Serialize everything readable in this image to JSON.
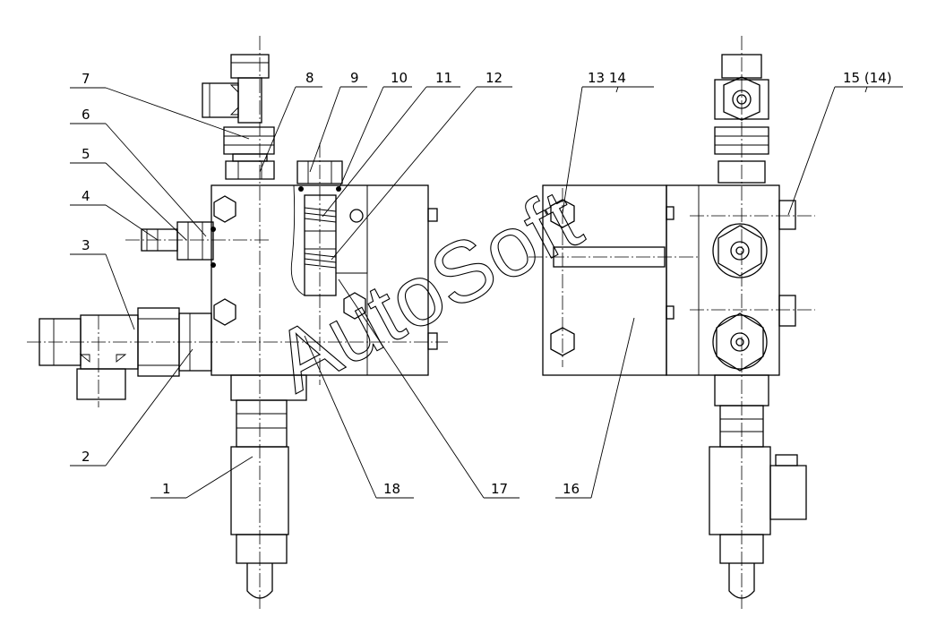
{
  "labels": {
    "l1": "1",
    "l2": "2",
    "l3": "3",
    "l4": "4",
    "l5": "5",
    "l6": "6",
    "l7": "7",
    "l8": "8",
    "l9": "9",
    "l10": "10",
    "l11": "11",
    "l12": "12",
    "l13_14": "13 14",
    "l15": "15 (14)",
    "l16": "16",
    "l17": "17",
    "l18": "18"
  },
  "watermark": "AutoSoft"
}
